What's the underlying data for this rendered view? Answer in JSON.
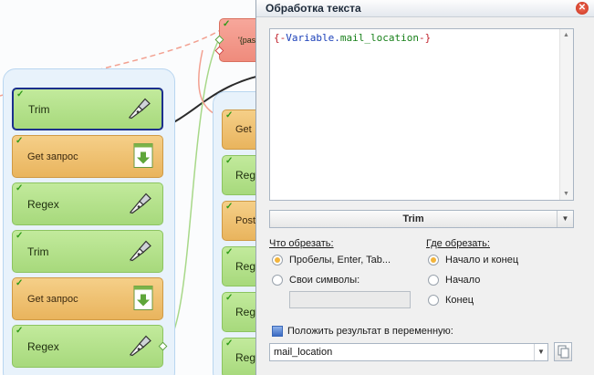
{
  "canvas": {
    "left_column": [
      {
        "label": "Trim",
        "type": "green",
        "icon": "pen-nib-icon",
        "selected": true
      },
      {
        "label": "Get запрос",
        "type": "orange",
        "icon": "download-icon"
      },
      {
        "label": "Regex",
        "type": "green",
        "icon": "pen-nib-icon"
      },
      {
        "label": "Trim",
        "type": "green",
        "icon": "pen-nib-icon"
      },
      {
        "label": "Get запрос",
        "type": "orange",
        "icon": "download-icon"
      },
      {
        "label": "Regex",
        "type": "green",
        "icon": "pen-nib-icon"
      }
    ],
    "top_block": {
      "label": "'{pas",
      "type": "red"
    },
    "right_column": [
      {
        "label": "Get",
        "type": "orange"
      },
      {
        "label": "Reg",
        "type": "green"
      },
      {
        "label": "Post",
        "type": "orange"
      },
      {
        "label": "Reg",
        "type": "green"
      },
      {
        "label": "Reg",
        "type": "green"
      },
      {
        "label": "Reg",
        "type": "green"
      }
    ]
  },
  "dialog": {
    "title": "Обработка текста",
    "code": {
      "open": "{-",
      "kw": "Variable",
      "dot": ".",
      "var": "mail_location",
      "close": "-}"
    },
    "function_value": "Trim",
    "what_to_trim": {
      "label": "Что обрезать:",
      "options": [
        "Пробелы, Enter, Tab...",
        "Свои символы:"
      ],
      "selected": 0,
      "custom_chars_value": ""
    },
    "where_to_trim": {
      "label": "Где обрезать:",
      "options": [
        "Начало и конец",
        "Начало",
        "Конец"
      ],
      "selected": 0
    },
    "save_to_var_label": "Положить результат в переменную:",
    "save_to_var_checked": true,
    "variable_value": "mail_location"
  },
  "colors": {
    "green_block": "#b5e08c",
    "orange_block": "#eec273",
    "red_block": "#f29a8c",
    "selected_border": "#1b2f8c",
    "group_bg": "#e8f2fb"
  }
}
